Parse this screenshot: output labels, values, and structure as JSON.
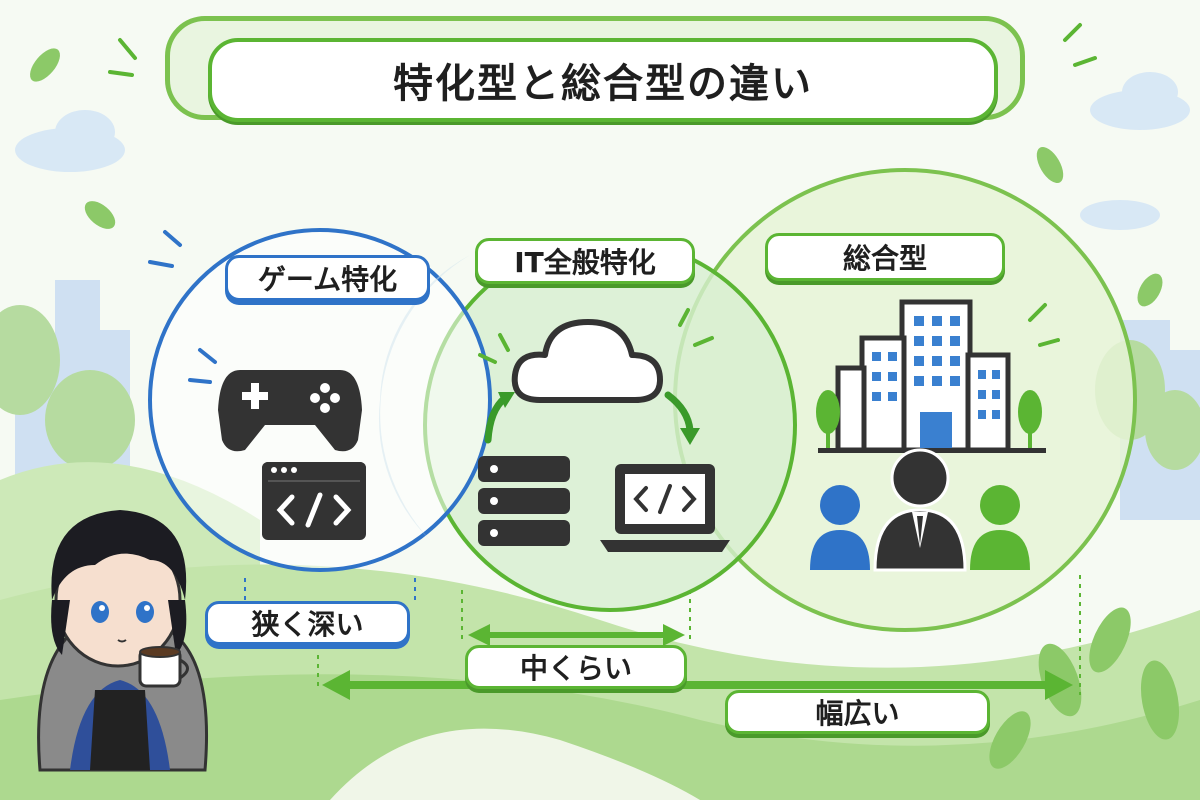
{
  "title": "特化型と総合型の違い",
  "circles": {
    "game": {
      "label": "ゲーム特化"
    },
    "it": {
      "label": "IT全般特化"
    },
    "general": {
      "label": "総合型"
    }
  },
  "scope_labels": {
    "narrow": "狭く深い",
    "middle": "中くらい",
    "wide": "幅広い"
  },
  "icons": [
    "gamepad-icon",
    "code-window-icon",
    "cloud-icon",
    "server-icon",
    "laptop-code-icon",
    "office-building-icon",
    "people-icon"
  ],
  "colors": {
    "blue": "#2f73c8",
    "green": "#5bb533",
    "light_green": "#d9efc6",
    "icon_dark": "#333333"
  }
}
